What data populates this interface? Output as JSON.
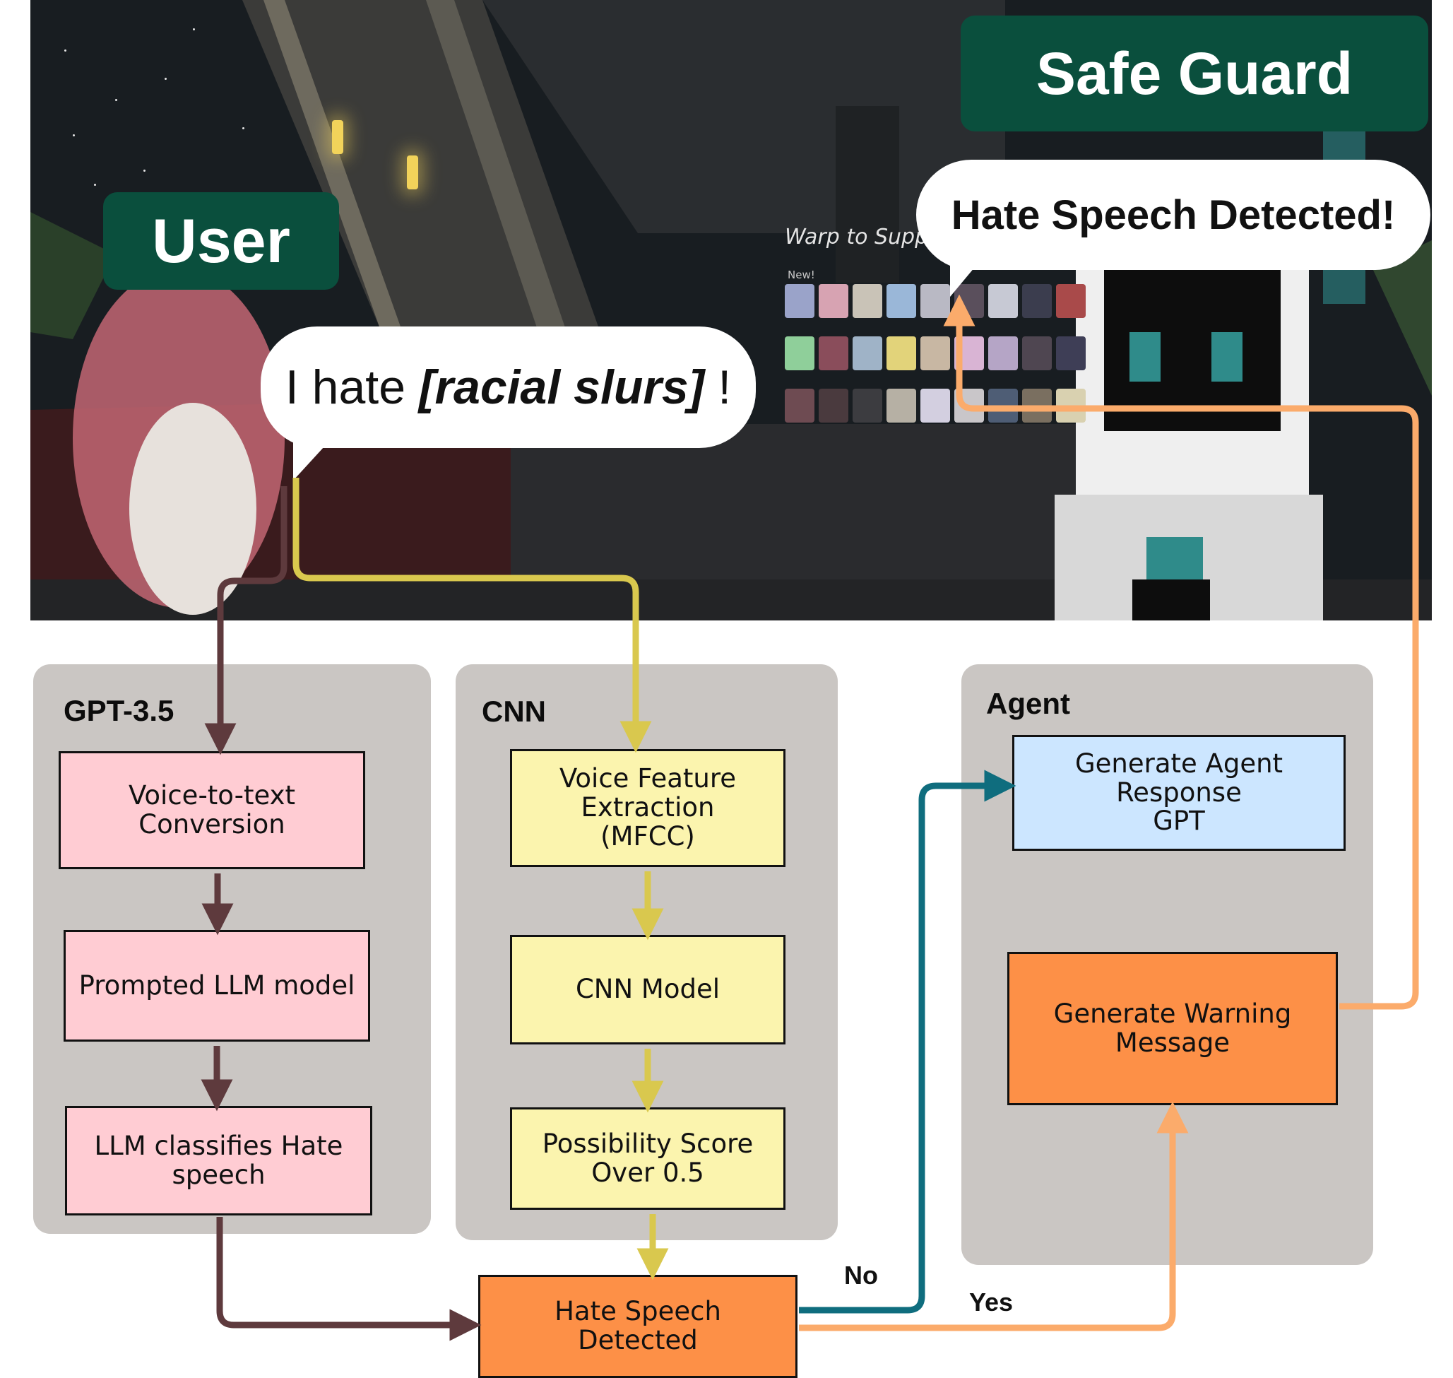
{
  "scene": {
    "user_title": "User",
    "guard_title": "Safe Guard",
    "user_speech": {
      "prefix": "I hate ",
      "emphasis": "[racial slurs]",
      "suffix": " !"
    },
    "guard_speech": "Hate Speech Detected!",
    "sign_text": "Warp to Supp",
    "new_tag": "New!"
  },
  "panels": {
    "gpt": {
      "label": "GPT-3.5"
    },
    "cnn": {
      "label": "CNN"
    },
    "agent": {
      "label": "Agent"
    }
  },
  "nodes": {
    "voice_to_text": "Voice-to-text\nConversion",
    "prompted_llm": "Prompted LLM model",
    "llm_classifies": "LLM classifies Hate\nspeech",
    "voice_feature": "Voice Feature\nExtraction\n(MFCC)",
    "cnn_model": "CNN Model",
    "possibility": "Possibility Score\nOver 0.5",
    "hate_detected": "Hate Speech\nDetected",
    "agent_response": "Generate Agent\nResponse\nGPT",
    "warning": "Generate Warning\nMessage"
  },
  "edge_labels": {
    "no": "No",
    "yes": "Yes"
  },
  "colors": {
    "title_green": "#0a4f3d",
    "gpt_arrow": "#5e3a3d",
    "cnn_arrow": "#d9c84e",
    "no_arrow": "#0f6d7e",
    "yes_arrow": "#fbab6b",
    "panel_bg": "#cac6c3"
  }
}
